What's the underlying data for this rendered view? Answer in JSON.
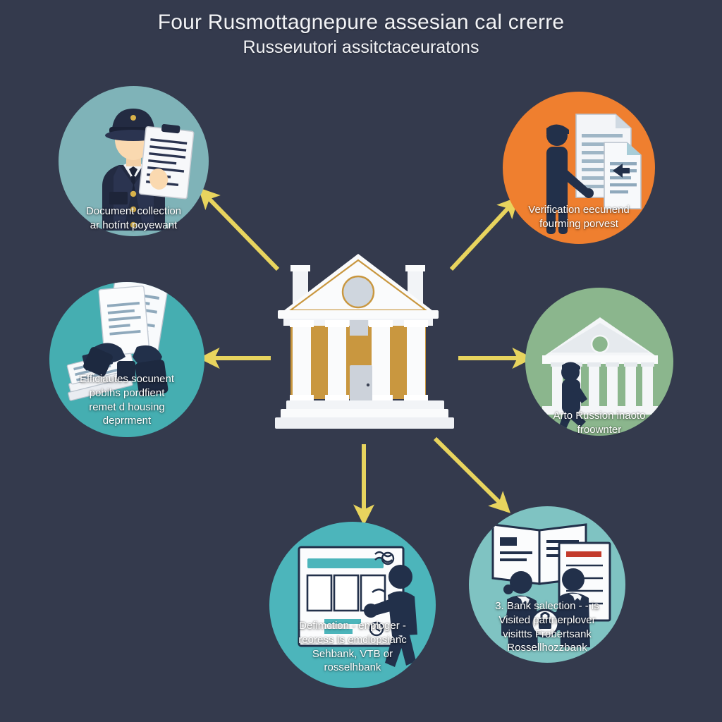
{
  "background_color": "#343a4d",
  "arrow_color": "#e8d45e",
  "title": {
    "main": "Four Rusmottagnepure assesian cal crerre",
    "sub": "Russeиutori assitctaceuratons"
  },
  "center": {
    "name": "bank-building",
    "icon": "bank-building-icon",
    "colors": {
      "pediment": "#f4f5f7",
      "columns": "#ffffff",
      "wall": "#c9973f",
      "trim": "#c9973f",
      "door": "#ccd2da",
      "window": "#cfd6de"
    }
  },
  "nodes": [
    {
      "id": "document-collection",
      "icon": "officer-with-clipboard-icon",
      "color": "#7fb3b8",
      "label": "Document collection\nar hotínt poyewant",
      "label_lines": [
        "Document collection",
        "ar hotínt poyewant"
      ]
    },
    {
      "id": "verification",
      "icon": "person-pointing-at-documents-icon",
      "color": "#ef7f2f",
      "label": "Verification eecunend\nfourming porvest",
      "label_lines": [
        "Verification eecunend",
        "fourming porvest"
      ]
    },
    {
      "id": "document-submission",
      "icon": "hands-holding-documents-icon",
      "color": "#45aeb1",
      "label": "Efficiautes socunent\npobihs pordfient\nremet d housing\ndeprrment",
      "label_lines": [
        "Efficiautes socunent",
        "pobihs pordfient",
        "remet d housing",
        "deprrment"
      ]
    },
    {
      "id": "bank-visit",
      "icon": "person-walking-to-bank-icon",
      "color": "#8bb68d",
      "label": "Arto Russion inaoto\nfroownter",
      "label_lines": [
        "Arto Russion inaoto",
        "froownter"
      ]
    },
    {
      "id": "application",
      "icon": "person-at-board-icon",
      "color": "#4cb5bb",
      "label": "Defimction - enploger -\nreoress Is emclopsianc\nSehbank, VTB or\nrosselhbank",
      "label_lines": [
        "Defimction - enploger -",
        "reoress Is emclopsianc",
        "Sehbank, VTB or",
        "rosselhbank"
      ]
    },
    {
      "id": "bank-selection",
      "icon": "two-businessmen-with-documents-icon",
      "color": "#7fc3c2",
      "label": "3. Bank salection - - is\nVisited partnerplover\nvisittts Frobertsank\nRossellhozzbank",
      "label_lines": [
        "3. Bank salection - - is",
        "Visited partnerplover",
        "visittts Frobertsank",
        "Rossellhozzbank"
      ]
    }
  ],
  "arrows": [
    {
      "id": "arrow-to-document-collection",
      "direction": "up-left"
    },
    {
      "id": "arrow-to-verification",
      "direction": "up-right"
    },
    {
      "id": "arrow-to-document-submission",
      "direction": "left"
    },
    {
      "id": "arrow-to-bank-visit",
      "direction": "right"
    },
    {
      "id": "arrow-to-application",
      "direction": "down"
    },
    {
      "id": "arrow-to-bank-selection",
      "direction": "down-right"
    }
  ]
}
